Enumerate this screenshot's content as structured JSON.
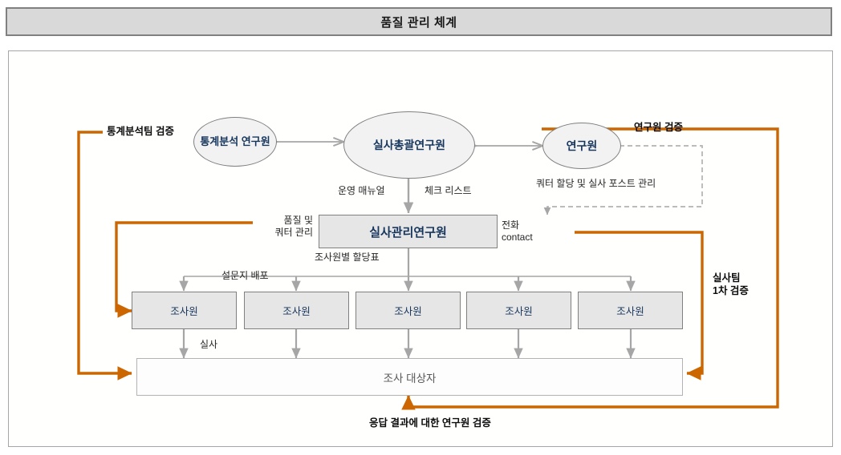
{
  "header": {
    "title": "품질 관리 체계"
  },
  "colors": {
    "accent_orange": "#cc6600",
    "connector_gray": "#a6a6a6",
    "node_fill": "#e6e6e6",
    "ellipse_fill": "#f2f2f2",
    "node_border": "#808080",
    "title_fill": "#d9d9d9",
    "text_navy": "#17365d"
  },
  "nodes": {
    "ellipses": [
      {
        "id": "stat-researcher",
        "label": "통계분석\n연구원"
      },
      {
        "id": "field-chief-researcher",
        "label": "실사총괄연구원"
      },
      {
        "id": "researcher",
        "label": "연구원"
      }
    ],
    "manager": {
      "id": "field-manage-researcher",
      "label": "실사관리연구원"
    },
    "surveyors": [
      {
        "id": "surveyor-1",
        "label": "조사원"
      },
      {
        "id": "surveyor-2",
        "label": "조사원"
      },
      {
        "id": "surveyor-3",
        "label": "조사원"
      },
      {
        "id": "surveyor-4",
        "label": "조사원"
      },
      {
        "id": "surveyor-5",
        "label": "조사원"
      }
    ],
    "target": {
      "id": "survey-target",
      "label": "조사 대상자"
    }
  },
  "labels": {
    "stat_team_verification": "통계분석팀 검증",
    "researcher_verification": "연구원 검증",
    "operation_manual": "운영 매뉴얼",
    "check_list": "체크 리스트",
    "quota_allocation_post_mgmt": "쿼터 할당 및 실사 포스트 관리",
    "quality_and_quota_mgmt": "품질 및\n쿼터 관리",
    "phone_contact": "전화\ncontact",
    "surveyor_allocation_table": "조사원별 할당표",
    "questionnaire_distribution": "설문지 배포",
    "field_survey": "실사",
    "field_team_first_verification": "실사팀\n1차 검증",
    "researcher_verification_of_responses": "응답 결과에 대한 연구원 검증"
  }
}
